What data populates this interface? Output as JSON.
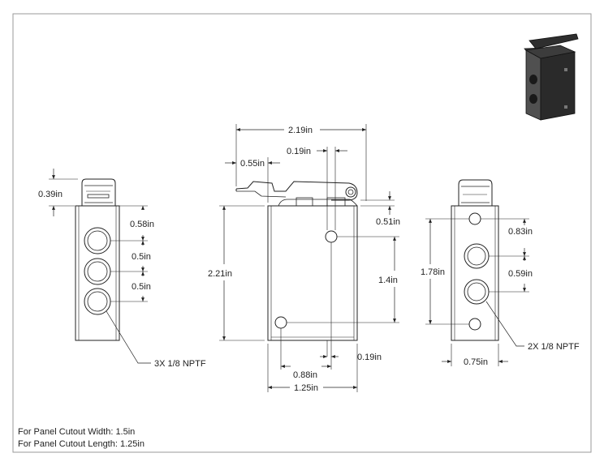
{
  "dimensions": {
    "left_top_offset": "0.39in",
    "left_pitch_top": "0.58in",
    "left_pitch_mid": "0.5in",
    "left_pitch_low": "0.5in",
    "left_ports_callout": "3X 1/8 NPTF",
    "front_overall_width": "2.19in",
    "front_lever_offset": "0.55in",
    "front_top_hole_offset": "0.19in",
    "front_body_top_offset": "0.51in",
    "front_height": "2.21in",
    "front_hole_spacing": "1.4in",
    "front_bottom_hole_x": "0.88in",
    "front_bottom_hole_edge": "0.19in",
    "front_body_width": "1.25in",
    "right_hole_spacing": "1.78in",
    "right_port_top": "0.83in",
    "right_port_pitch": "0.59in",
    "right_body_width": "0.75in",
    "right_ports_callout": "2X 1/8 NPTF"
  },
  "notes": {
    "panel_cutout_width": "For Panel Cutout Width: 1.5in",
    "panel_cutout_length": "For Panel Cutout Length: 1.25in"
  },
  "colors": {
    "line": "#222222",
    "body_dark": "#2b2b2b",
    "body_mid": "#4a4a4a"
  }
}
